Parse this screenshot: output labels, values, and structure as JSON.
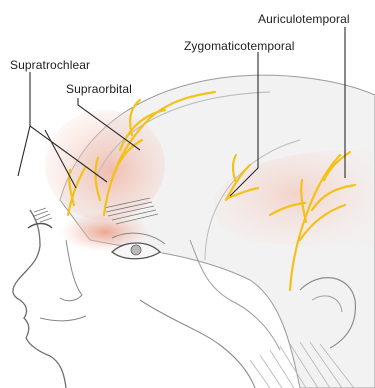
{
  "labels": {
    "auriculotemporal": "Auriculotemporal",
    "zygomaticotemporal": "Zygomaticotemporal",
    "supratrochlear": "Supratrochlear",
    "supraorbital": "Supraorbital"
  },
  "colors": {
    "nerve": "#f2c21a",
    "nerve_outline": "#c99a00",
    "leader_line": "#2a2a2a",
    "skin_line": "#8c8c8c",
    "skull_fill": "#f1f1f1",
    "tint_region": "#f3c9bd",
    "background": "#ffffff"
  }
}
